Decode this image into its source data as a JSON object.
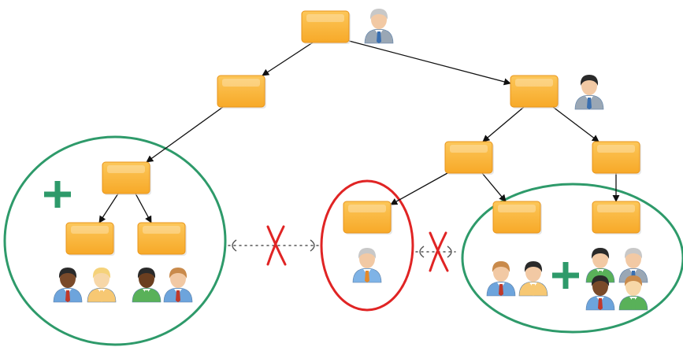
{
  "colors": {
    "node_fill": "#f7a928",
    "node_fill_light": "#fcc75a",
    "node_stroke": "#e8951c",
    "group_good": "#2e9a6a",
    "group_bad": "#e02424",
    "plus": "#2e9a6a",
    "cross": "#e02424",
    "edge": "#111111",
    "link": "#555555"
  },
  "diagram": {
    "nodes": [
      {
        "id": "n-root"
      },
      {
        "id": "n-left-1"
      },
      {
        "id": "n-right-1"
      },
      {
        "id": "n-right-2a"
      },
      {
        "id": "n-right-2b"
      },
      {
        "id": "n-left-2"
      },
      {
        "id": "n-left-3a"
      },
      {
        "id": "n-left-3b"
      },
      {
        "id": "n-mid-3"
      },
      {
        "id": "n-right-3a"
      },
      {
        "id": "n-right-3b"
      }
    ],
    "edges": [
      {
        "from": "n-root",
        "to": "n-left-1"
      },
      {
        "from": "n-root",
        "to": "n-right-1"
      },
      {
        "from": "n-left-1",
        "to": "n-left-2"
      },
      {
        "from": "n-left-2",
        "to": "n-left-3a"
      },
      {
        "from": "n-left-2",
        "to": "n-left-3b"
      },
      {
        "from": "n-right-1",
        "to": "n-right-2a"
      },
      {
        "from": "n-right-1",
        "to": "n-right-2b"
      },
      {
        "from": "n-right-2a",
        "to": "n-mid-3"
      },
      {
        "from": "n-right-2a",
        "to": "n-right-3a"
      },
      {
        "from": "n-right-2b",
        "to": "n-right-3b"
      }
    ],
    "groups": [
      {
        "id": "left",
        "kind": "good",
        "symbol": "+"
      },
      {
        "id": "middle",
        "kind": "bad"
      },
      {
        "id": "right",
        "kind": "good",
        "symbol": "+"
      }
    ],
    "blocked_links": [
      {
        "between": [
          "left",
          "middle"
        ],
        "symbol": "X"
      },
      {
        "between": [
          "middle",
          "right"
        ],
        "symbol": "X"
      }
    ],
    "people": [
      {
        "name": "person-root-grey-hair",
        "skin": "#f2c9a4",
        "hair": "#c8c8c8",
        "shirt": "#9aa7b5",
        "tie": "#3a6fb0"
      },
      {
        "name": "person-right-dark-hair",
        "skin": "#f2c9a4",
        "hair": "#2a2a2a",
        "shirt": "#9aa7b5",
        "tie": "#3a6fb0"
      },
      {
        "name": "person-mid-grey-hair",
        "skin": "#f2c9a4",
        "hair": "#c8c8c8",
        "shirt": "#7fb3e6",
        "tie": "#e58a2a"
      },
      {
        "name": "person-left-1",
        "skin": "#7a4a2a",
        "hair": "#2a2a2a",
        "shirt": "#6da4dc",
        "tie": "#c0392b"
      },
      {
        "name": "person-left-2",
        "skin": "#f7d7a8",
        "hair": "#f5d27a",
        "shirt": "#f7c873",
        "tie": "#f7c873"
      },
      {
        "name": "person-left-3",
        "skin": "#6b3e1f",
        "hair": "#2a2a2a",
        "shirt": "#59b159",
        "tie": "#59b159"
      },
      {
        "name": "person-left-4",
        "skin": "#f2c9a4",
        "hair": "#c98a4b",
        "shirt": "#6da4dc",
        "tie": "#c0392b"
      },
      {
        "name": "person-right-1",
        "skin": "#f2c9a4",
        "hair": "#c98a4b",
        "shirt": "#6da4dc",
        "tie": "#c0392b"
      },
      {
        "name": "person-right-2",
        "skin": "#f2c9a4",
        "hair": "#2a2a2a",
        "shirt": "#f7c873",
        "tie": "#f7c873"
      },
      {
        "name": "person-right-3",
        "skin": "#f2c9a4",
        "hair": "#2a2a2a",
        "shirt": "#59b159",
        "tie": "#59b159"
      },
      {
        "name": "person-right-4",
        "skin": "#f2c9a4",
        "hair": "#c8c8c8",
        "shirt": "#9aa7b5",
        "tie": "#3a6fb0"
      },
      {
        "name": "person-right-5",
        "skin": "#7a4a2a",
        "hair": "#2a2a2a",
        "shirt": "#6da4dc",
        "tie": "#c0392b"
      },
      {
        "name": "person-right-6",
        "skin": "#f7d7a8",
        "hair": "#c98a4b",
        "shirt": "#59b159",
        "tie": "#59b159"
      }
    ]
  }
}
